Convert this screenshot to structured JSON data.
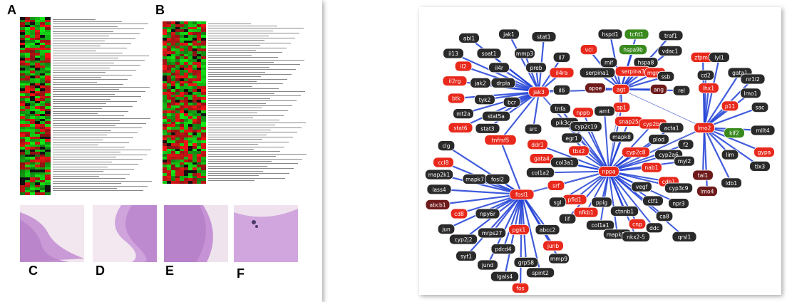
{
  "left_panel": {
    "labels": [
      "A",
      "B",
      "C",
      "D",
      "E",
      "F"
    ]
  },
  "network": {
    "node_colors": {
      "dark": "#2a2a2a",
      "red": "#e8291c",
      "maroon": "#6e1a1a",
      "green": "#3a8a1e"
    },
    "edge_color": "#1f3fd6",
    "nodes": [
      {
        "id": "abl1",
        "label": "abl1",
        "c": "dark"
      },
      {
        "id": "jak1",
        "label": "jak1",
        "c": "dark"
      },
      {
        "id": "stat1",
        "label": "stat1",
        "c": "dark"
      },
      {
        "id": "il13",
        "label": "il13",
        "c": "dark"
      },
      {
        "id": "soat1",
        "label": "soat1",
        "c": "dark"
      },
      {
        "id": "mmp3",
        "label": "mmp3",
        "c": "dark"
      },
      {
        "id": "il7",
        "label": "il7",
        "c": "dark"
      },
      {
        "id": "il4r",
        "label": "il4r",
        "c": "dark"
      },
      {
        "id": "preb",
        "label": "preb",
        "c": "dark"
      },
      {
        "id": "il2",
        "label": "il2",
        "c": "red"
      },
      {
        "id": "jak2",
        "label": "jak2",
        "c": "dark"
      },
      {
        "id": "drpla",
        "label": "drpla",
        "c": "dark"
      },
      {
        "id": "il4ra",
        "label": "il4ra",
        "c": "red"
      },
      {
        "id": "il2rg",
        "label": "il2rg",
        "c": "red"
      },
      {
        "id": "jak3",
        "label": "jak3",
        "c": "red"
      },
      {
        "id": "il6",
        "label": "il6",
        "c": "dark"
      },
      {
        "id": "btk",
        "label": "btk",
        "c": "red"
      },
      {
        "id": "tyk2",
        "label": "tyk2",
        "c": "dark"
      },
      {
        "id": "bcr",
        "label": "bcr",
        "c": "dark"
      },
      {
        "id": "mt2a",
        "label": "mt2a",
        "c": "dark"
      },
      {
        "id": "stat6",
        "label": "stat6",
        "c": "red"
      },
      {
        "id": "stat5a",
        "label": "stat5a",
        "c": "dark"
      },
      {
        "id": "stat3",
        "label": "stat3",
        "c": "dark"
      },
      {
        "id": "src",
        "label": "src",
        "c": "dark"
      },
      {
        "id": "tnfrsf5",
        "label": "tnfrsf5",
        "c": "red"
      },
      {
        "id": "hspd1",
        "label": "hspd1",
        "c": "dark"
      },
      {
        "id": "tcfd1",
        "label": "tcfd1",
        "c": "green"
      },
      {
        "id": "traf1",
        "label": "traf1",
        "c": "dark"
      },
      {
        "id": "vcl",
        "label": "vcl",
        "c": "red"
      },
      {
        "id": "hspa9b",
        "label": "hspa9b",
        "c": "green"
      },
      {
        "id": "vdac1",
        "label": "vdac1",
        "c": "dark"
      },
      {
        "id": "mif",
        "label": "mif",
        "c": "dark"
      },
      {
        "id": "hspa8",
        "label": "hspa8",
        "c": "dark"
      },
      {
        "id": "serpina1",
        "label": "serpina1",
        "c": "dark"
      },
      {
        "id": "serpina3",
        "label": "serpina3",
        "c": "red"
      },
      {
        "id": "mgmt",
        "label": "mgmt",
        "c": "red"
      },
      {
        "id": "ssb",
        "label": "ssb",
        "c": "dark"
      },
      {
        "id": "apoe",
        "label": "apoe",
        "c": "maroon"
      },
      {
        "id": "agt",
        "label": "agt",
        "c": "red"
      },
      {
        "id": "ang",
        "label": "ang",
        "c": "maroon"
      },
      {
        "id": "rel",
        "label": "rel",
        "c": "dark"
      },
      {
        "id": "zfpm1",
        "label": "zfpm1",
        "c": "red"
      },
      {
        "id": "lyl1",
        "label": "lyl1",
        "c": "dark"
      },
      {
        "id": "cd2",
        "label": "cd2",
        "c": "dark"
      },
      {
        "id": "gata1",
        "label": "gata1",
        "c": "dark"
      },
      {
        "id": "lhx1",
        "label": "lhx1",
        "c": "red"
      },
      {
        "id": "nr1i2",
        "label": "nr1i2",
        "c": "dark"
      },
      {
        "id": "lmo1",
        "label": "lmo1",
        "c": "dark"
      },
      {
        "id": "p11",
        "label": "p11",
        "c": "red"
      },
      {
        "id": "sac",
        "label": "sac",
        "c": "dark"
      },
      {
        "id": "lmo2",
        "label": "lmo2",
        "c": "red"
      },
      {
        "id": "klf2",
        "label": "klf2",
        "c": "green"
      },
      {
        "id": "mllt4",
        "label": "mllt4",
        "c": "dark"
      },
      {
        "id": "gypa",
        "label": "gypa",
        "c": "red"
      },
      {
        "id": "lim",
        "label": "lim",
        "c": "dark"
      },
      {
        "id": "tlx3",
        "label": "tlx3",
        "c": "dark"
      },
      {
        "id": "tal1",
        "label": "tal1",
        "c": "maroon"
      },
      {
        "id": "ldb1",
        "label": "ldb1",
        "c": "dark"
      },
      {
        "id": "lmo4",
        "label": "lmo4",
        "c": "maroon"
      },
      {
        "id": "sp1",
        "label": "sp1",
        "c": "red"
      },
      {
        "id": "tnfa",
        "label": "tnfa",
        "c": "dark"
      },
      {
        "id": "nppb",
        "label": "nppb",
        "c": "red"
      },
      {
        "id": "arnt",
        "label": "arnt",
        "c": "dark"
      },
      {
        "id": "snap25",
        "label": "snap25",
        "c": "red"
      },
      {
        "id": "cyp2b6",
        "label": "cyp2b6",
        "c": "red"
      },
      {
        "id": "pik3ca",
        "label": "pik3ca",
        "c": "dark"
      },
      {
        "id": "cyp2c19",
        "label": "cyp2c19",
        "c": "dark"
      },
      {
        "id": "acta1",
        "label": "acta1",
        "c": "dark"
      },
      {
        "id": "egr1",
        "label": "egr1",
        "c": "dark"
      },
      {
        "id": "mapk8",
        "label": "mapk8",
        "c": "dark"
      },
      {
        "id": "plod",
        "label": "plod",
        "c": "dark"
      },
      {
        "id": "ddr1",
        "label": "ddr1",
        "c": "red"
      },
      {
        "id": "tbx2",
        "label": "tbx2",
        "c": "red"
      },
      {
        "id": "f2",
        "label": "f2",
        "c": "dark"
      },
      {
        "id": "cyp2c8",
        "label": "cyp2c8",
        "c": "red"
      },
      {
        "id": "cyp2a6",
        "label": "cyp2a6",
        "c": "dark"
      },
      {
        "id": "gata4",
        "label": "gata4",
        "c": "red"
      },
      {
        "id": "col3a1",
        "label": "col3a1",
        "c": "dark"
      },
      {
        "id": "nab1",
        "label": "nab1",
        "c": "red"
      },
      {
        "id": "myl2",
        "label": "myl2",
        "c": "dark"
      },
      {
        "id": "col1a2",
        "label": "col1a2",
        "c": "dark"
      },
      {
        "id": "nppa",
        "label": "nppa",
        "c": "red"
      },
      {
        "id": "cdh1",
        "label": "cdh1",
        "c": "red"
      },
      {
        "id": "srf",
        "label": "srf",
        "c": "red"
      },
      {
        "id": "vegf",
        "label": "vegf",
        "c": "dark"
      },
      {
        "id": "cyp3c9",
        "label": "cyp3c9",
        "c": "dark"
      },
      {
        "id": "pfld1",
        "label": "pfld1",
        "c": "red"
      },
      {
        "id": "sgl",
        "label": "sgl",
        "c": "dark"
      },
      {
        "id": "ppig",
        "label": "ppig",
        "c": "dark"
      },
      {
        "id": "ctf1",
        "label": "ctf1",
        "c": "dark"
      },
      {
        "id": "npr3",
        "label": "npr3",
        "c": "dark"
      },
      {
        "id": "nfkb1",
        "label": "nfkb1",
        "c": "red"
      },
      {
        "id": "ctnnb1",
        "label": "ctnnb1",
        "c": "dark"
      },
      {
        "id": "cat",
        "label": "ca8",
        "c": "dark"
      },
      {
        "id": "lif",
        "label": "lif",
        "c": "dark"
      },
      {
        "id": "col1a1",
        "label": "col1a1",
        "c": "dark"
      },
      {
        "id": "cnp",
        "label": "cnp",
        "c": "red"
      },
      {
        "id": "ddc",
        "label": "ddc",
        "c": "dark"
      },
      {
        "id": "mapk14",
        "label": "mapk14",
        "c": "dark"
      },
      {
        "id": "nkx2",
        "label": "nkx2-5",
        "c": "dark"
      },
      {
        "id": "qrsl1",
        "label": "qrsl1",
        "c": "dark"
      },
      {
        "id": "clg",
        "label": "clg",
        "c": "dark"
      },
      {
        "id": "ccl8",
        "label": "ccl8",
        "c": "red"
      },
      {
        "id": "map2k1",
        "label": "map2k1",
        "c": "dark"
      },
      {
        "id": "mapk7",
        "label": "mapk7",
        "c": "dark"
      },
      {
        "id": "fosl2",
        "label": "fosl2",
        "c": "dark"
      },
      {
        "id": "lass4",
        "label": "lass4",
        "c": "dark"
      },
      {
        "id": "fosl1",
        "label": "fosl1",
        "c": "red"
      },
      {
        "id": "abcb1",
        "label": "abcb1",
        "c": "maroon"
      },
      {
        "id": "cd8",
        "label": "cd8",
        "c": "red"
      },
      {
        "id": "npy6r",
        "label": "npy6r",
        "c": "dark"
      },
      {
        "id": "jun",
        "label": "jun",
        "c": "dark"
      },
      {
        "id": "mrps27",
        "label": "mrps27",
        "c": "dark"
      },
      {
        "id": "pgk1",
        "label": "pgk1",
        "c": "red"
      },
      {
        "id": "abcc2",
        "label": "abcc2",
        "c": "dark"
      },
      {
        "id": "cyp2j2",
        "label": "cyp2j2",
        "c": "dark"
      },
      {
        "id": "junb",
        "label": "junb",
        "c": "red"
      },
      {
        "id": "syt1",
        "label": "syt1",
        "c": "dark"
      },
      {
        "id": "pdcd4",
        "label": "pdcd4",
        "c": "dark"
      },
      {
        "id": "mmp9",
        "label": "mmp9",
        "c": "dark"
      },
      {
        "id": "jund",
        "label": "jund",
        "c": "dark"
      },
      {
        "id": "grp58",
        "label": "grp58",
        "c": "dark"
      },
      {
        "id": "lgals4",
        "label": "lgals4",
        "c": "dark"
      },
      {
        "id": "spint2",
        "label": "spint2",
        "c": "dark"
      },
      {
        "id": "fos",
        "label": "fos",
        "c": "red"
      }
    ]
  }
}
